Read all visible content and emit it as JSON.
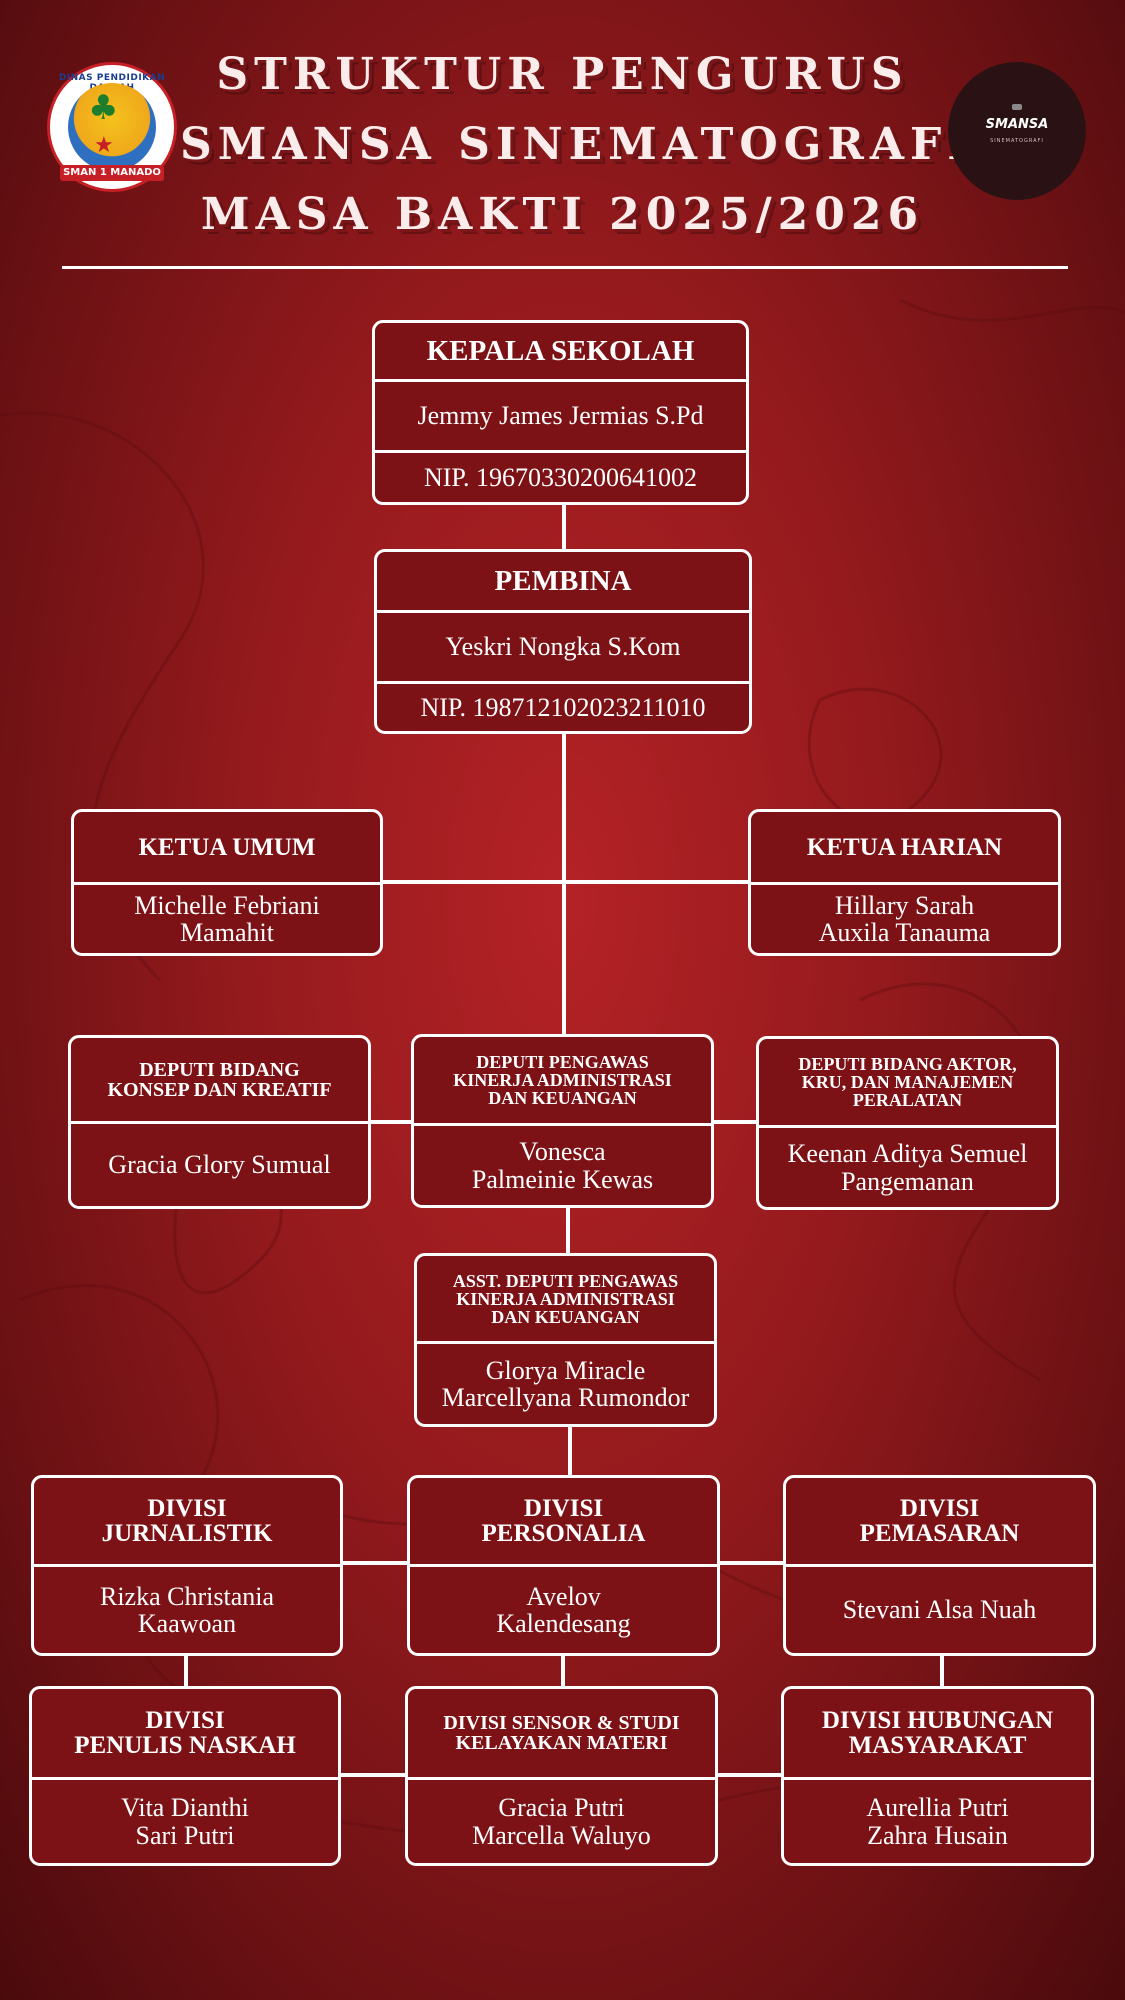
{
  "header": {
    "line1": "STRUKTUR PENGURUS",
    "line2": "SMANSA SINEMATOGRAFI",
    "line3": "MASA BAKTI 2025/2026"
  },
  "logos": {
    "left_ring": "DINAS PENDIDIKAN DAERAH",
    "left_banner": "SMAN 1 MANADO",
    "right_wordmark": "SMANSA",
    "right_sub": "SINEMATOGRAFI"
  },
  "org": {
    "kepala": {
      "title": "KEPALA SEKOLAH",
      "name": "Jemmy James Jermias S.Pd",
      "nip": "NIP. 19670330200641002"
    },
    "pembina": {
      "title": "PEMBINA",
      "name": "Yeskri Nongka S.Kom",
      "nip": "NIP. 198712102023211010"
    },
    "ketua_umum": {
      "title": "KETUA UMUM",
      "name": "Michelle Febriani\nMamahit"
    },
    "ketua_harian": {
      "title": "KETUA  HARIAN",
      "name": "Hillary Sarah\nAuxila Tanauma"
    },
    "deputi_konsep": {
      "title": "DEPUTI BIDANG\nKONSEP DAN KREATIF",
      "name": "Gracia Glory Sumual"
    },
    "deputi_pengawas": {
      "title": "DEPUTI PENGAWAS\nKINERJA ADMINISTRASI\nDAN KEUANGAN",
      "name": "Vonesca\nPalmeinie Kewas"
    },
    "deputi_aktor": {
      "title": "DEPUTI BIDANG AKTOR,\nKRU, DAN MANAJEMEN\nPERALATAN",
      "name": "Keenan Aditya Semuel\nPangemanan"
    },
    "asst_deputi": {
      "title": "ASST. DEPUTI PENGAWAS\nKINERJA ADMINISTRASI\nDAN KEUANGAN",
      "name": "Glorya Miracle\nMarcellyana Rumondor"
    },
    "div_jurnalistik": {
      "title": "DIVISI\nJURNALISTIK",
      "name": "Rizka Christania\nKaawoan"
    },
    "div_personalia": {
      "title": "DIVISI\nPERSONALIA",
      "name": "Avelov\nKalendesang"
    },
    "div_pemasaran": {
      "title": "DIVISI\nPEMASARAN",
      "name": "Stevani Alsa Nuah"
    },
    "div_penulis": {
      "title": "DIVISI\nPENULIS NASKAH",
      "name": "Vita Dianthi\nSari Putri"
    },
    "div_sensor": {
      "title": "DIVISI SENSOR & STUDI\nKELAYAKAN MATERI",
      "name": "Gracia Putri\nMarcella Waluyo"
    },
    "div_humas": {
      "title": "DIVISI HUBUNGAN\nMASYARAKAT",
      "name": "Aurellia Putri\nZahra Husain"
    }
  }
}
